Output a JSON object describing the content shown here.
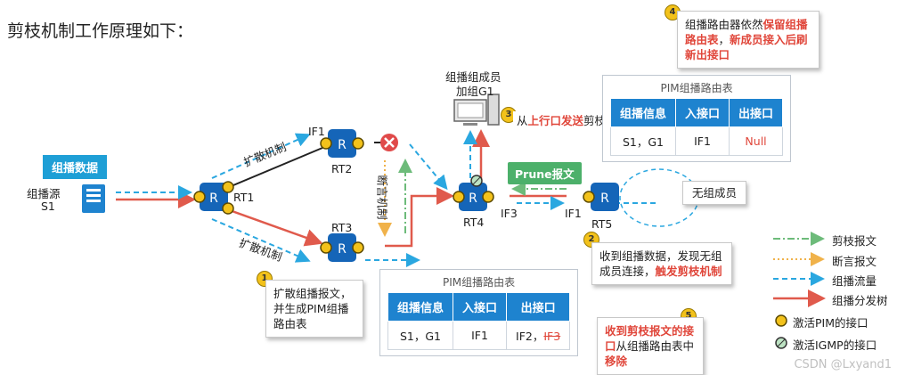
{
  "title": "剪枝机制工作原理如下：",
  "source": {
    "badge": "组播数据",
    "label_line1": "组播源",
    "label_line2": "S1"
  },
  "routers": {
    "rt1": "RT1",
    "rt2": "RT2",
    "rt3": "RT3",
    "rt4": "RT4",
    "rt5": "RT5"
  },
  "interfaces": {
    "if1_rt2": "IF1",
    "if3_rt4": "IF3",
    "if1_rt5": "IF1"
  },
  "edge_labels": {
    "diffuse_upper": "扩散机制",
    "diffuse_lower": "扩散机制",
    "assert": "断言机制"
  },
  "member": {
    "line1": "组播组成员",
    "line2": "加组G1"
  },
  "no_member": "无组成员",
  "prune_pill": "Prune报文",
  "notes": {
    "n1": {
      "num": "1",
      "text": "扩散组播报文，并生成PIM组播路由表"
    },
    "n2": {
      "num": "2",
      "text_a": "收到组播数据，发现无组成员连接，",
      "text_b": "触发剪枝机制"
    },
    "n3": {
      "num": "3",
      "text_a": "从",
      "text_b": "上行口发送",
      "text_c": "剪枝报文"
    },
    "n4": {
      "num": "4",
      "text_a": "组播路由器依然",
      "text_b": "保留组播路由表",
      "text_c": "，",
      "text_d": "新成员接入后刷新出接口"
    },
    "n5": {
      "num": "5",
      "text_a": "收到剪枝报文的接口",
      "text_b": "从组播路由表中",
      "text_c": "移除"
    }
  },
  "table_top": {
    "caption": "PIM组播路由表",
    "headers": [
      "组播信息",
      "入接口",
      "出接口"
    ],
    "row": [
      "S1，G1",
      "IF1",
      "Null"
    ]
  },
  "table_bottom": {
    "caption": "PIM组播路由表",
    "headers": [
      "组播信息",
      "入接口",
      "出接口"
    ],
    "row_info": "S1，G1",
    "row_in": "IF1",
    "row_out_a": "IF2，",
    "row_out_b": "IF3"
  },
  "legend": {
    "prune": "剪枝报文",
    "assert": "断言报文",
    "flow": "组播流量",
    "tree": "组播分发树",
    "pim_if": "激活PIM的接口",
    "igmp_if": "激活IGMP的接口"
  },
  "colors": {
    "router_blue": "#1565b8",
    "tree_red": "#e05a4c",
    "flow_blue": "#2aa7e0",
    "prune_green": "#6dbb7a",
    "assert_orange": "#f0b24a",
    "pim_yellow": "#f3c21b",
    "accent_red": "#e0463a"
  },
  "watermark": "CSDN @Lxyand1"
}
